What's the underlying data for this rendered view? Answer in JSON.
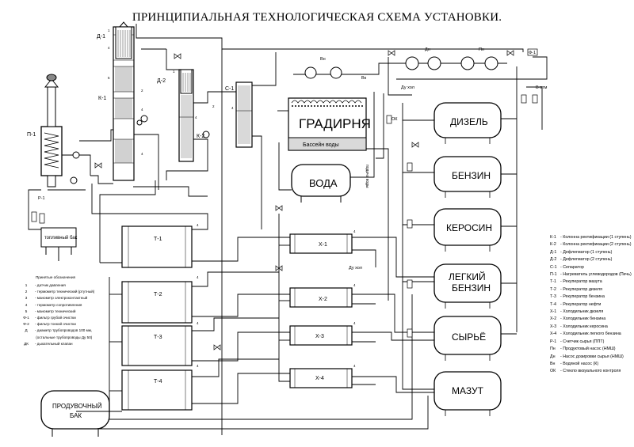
{
  "title": "ПРИНЦИПИАЛЬНАЯ ТЕХНОЛОГИЧЕСКАЯ СХЕМА УСТАНОВКИ.",
  "cooling_tower": {
    "name": "ГРАДИРНЯ",
    "basin": "Бассейн воды"
  },
  "tanks": {
    "water": "ВОДА",
    "diesel": "ДИЗЕЛЬ",
    "gasoline": "БЕНЗИН",
    "kerosene": "КЕРОСИН",
    "light_gasoline_1": "ЛЕГКИЙ",
    "light_gasoline_2": "БЕНЗИН",
    "raw": "СЫРЬЁ",
    "fuel_oil": "МАЗУТ",
    "purge_1": "ПРОДУВОЧНЫЙ",
    "purge_2": "БАК",
    "fuel_tank": "топливный бак"
  },
  "equipment": {
    "k1": "К-1",
    "k2": "К-2",
    "d1": "Д-1",
    "d2": "Д-2",
    "s1": "С-1",
    "p1": "П-1",
    "t1": "Т-1",
    "t2": "Т-2",
    "t3": "Т-3",
    "t4": "Т-4",
    "x1": "Х-1",
    "x2": "Х-2",
    "x3": "Х-3",
    "x4": "Х-4",
    "vn": "Вн",
    "dn": "Дн",
    "pn": "Пн",
    "vk": "Вк",
    "f1": "Ф-1",
    "ok": "ОК",
    "r1": "Р-1"
  },
  "line_labels": {
    "du_top": "Ду хол",
    "du_mid": "Ду хол",
    "vert": "подача воды",
    "atm": "В атм"
  },
  "legend": [
    {
      "code": "К-1",
      "text": "- Колонна ректификации (1 ступень)"
    },
    {
      "code": "К-2",
      "text": "- Колонна ректификации (2 ступень)"
    },
    {
      "code": "Д-1",
      "text": "- Дефлегматор (1 ступень)"
    },
    {
      "code": "Д-2",
      "text": "- Дефлегматор (2 ступень)"
    },
    {
      "code": "С-1",
      "text": "- Сепаратор"
    },
    {
      "code": "П-1",
      "text": "- Нагреватель углеводородов (Печь)"
    },
    {
      "code": "Т-1",
      "text": "- Рекуператор мазута"
    },
    {
      "code": "Т-2",
      "text": "- Рекуператор дизеля"
    },
    {
      "code": "Т-3",
      "text": "- Рекуператор бензина"
    },
    {
      "code": "Т-4",
      "text": "- Рекуператор нефти"
    },
    {
      "code": "Х-1",
      "text": "- Холодильник дизеля"
    },
    {
      "code": "Х-2",
      "text": "- Холодильник бензина"
    },
    {
      "code": "Х-3",
      "text": "- Холодильник керосина"
    },
    {
      "code": "Х-4",
      "text": "- Холодильник легкого бензина"
    },
    {
      "code": "Р-1",
      "text": "- Счетчик сырья (ППТ)"
    },
    {
      "code": "Пн",
      "text": "- Продуктовый насос (НМШ)"
    },
    {
      "code": "Дн",
      "text": "- Насос дозировки сырья (НМШ)"
    },
    {
      "code": "Вн",
      "text": "- Водяной насос (К)"
    },
    {
      "code": "ОК",
      "text": "- Стекло визуального контроля"
    }
  ],
  "notes": {
    "header": "Принятые обозначения",
    "rows": [
      {
        "sym": "1",
        "text": "- датчик давления"
      },
      {
        "sym": "2",
        "text": "- термометр технический (ртутный)"
      },
      {
        "sym": "3",
        "text": "- манометр электроконтактный"
      },
      {
        "sym": "4",
        "text": "- термометр сопротивления"
      },
      {
        "sym": "5",
        "text": "- манометр технический"
      },
      {
        "sym": "Ф-1",
        "text": "- фильтр грубой очистки"
      },
      {
        "sym": "Ф-2",
        "text": "- фильтр тонкой очистки"
      },
      {
        "sym": "Д",
        "text": "- диаметр трубопроводов 100 мм,"
      },
      {
        "sym": "",
        "text": "  (остальные трубопроводы Ду 50)"
      },
      {
        "sym": "ДК",
        "text": "- дыхательный клапан"
      }
    ]
  },
  "colors": {
    "ink": "#000000",
    "paper": "#ffffff",
    "basin": "#d9d9d9"
  }
}
